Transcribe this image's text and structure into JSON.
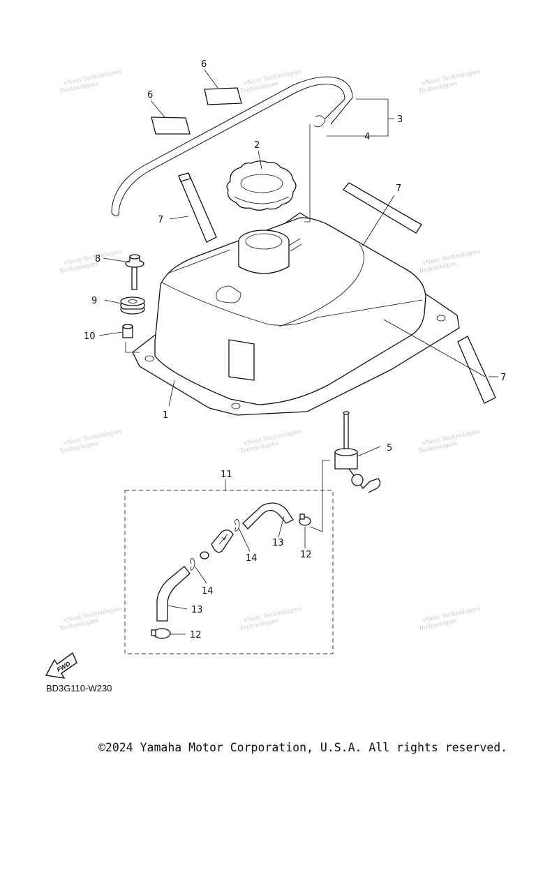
{
  "callouts": {
    "c1": "1",
    "c2": "2",
    "c3": "3",
    "c4": "4",
    "c5": "5",
    "c6a": "6",
    "c6b": "6",
    "c7a": "7",
    "c7b": "7",
    "c7c": "7",
    "c8": "8",
    "c9": "9",
    "c10": "10",
    "c11": "11",
    "c12a": "12",
    "c12b": "12",
    "c13a": "13",
    "c13b": "13",
    "c14a": "14",
    "c14b": "14"
  },
  "watermark": {
    "line1": "vNext Technologies",
    "line2": "Technologies"
  },
  "fwd_label": "FWD",
  "diagram_code": "BD3G110-W230",
  "copyright": "©2024 Yamaha Motor Corporation, U.S.A. All rights reserved."
}
